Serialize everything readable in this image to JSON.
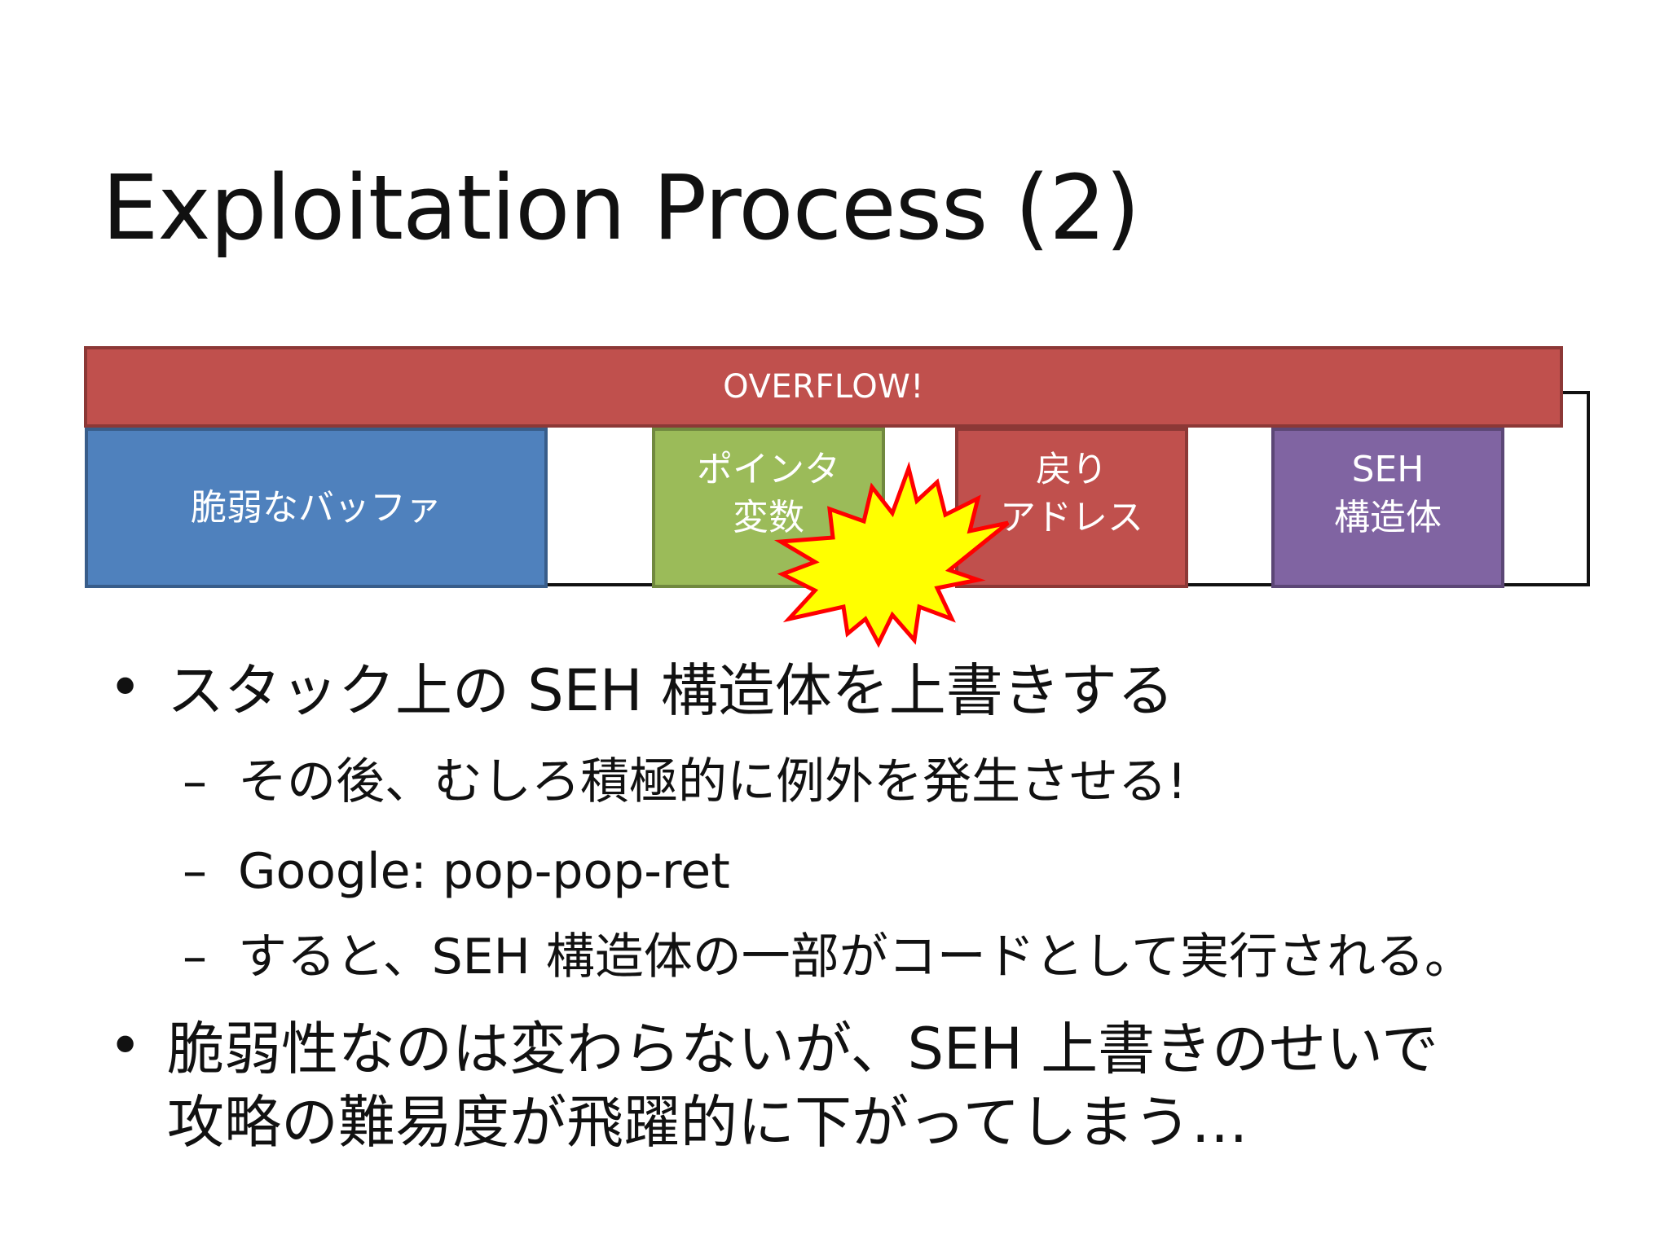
{
  "slide": {
    "title": "Exploitation Process (2)"
  },
  "diagram": {
    "overflow_label": "OVERFLOW!",
    "slots": {
      "buffer": [
        "脆弱なバッファ"
      ],
      "pointer": [
        "ポインタ",
        "変数"
      ],
      "return_address": [
        "戻り",
        "アドレス"
      ],
      "seh": [
        "SEH",
        "構造体"
      ]
    },
    "colors": {
      "overflow": "#c0504d",
      "buffer": "#4f81bd",
      "pointer": "#9bbb59",
      "return_address": "#c0504d",
      "seh": "#8064a2",
      "burst_fill": "#ffff00",
      "burst_stroke": "#ff0000"
    },
    "icons": [
      "explosion-burst-icon"
    ]
  },
  "bullets": [
    {
      "marker": "•",
      "text": "スタック上の SEH 構造体を上書きする"
    },
    {
      "marker": "–",
      "text": "その後、むしろ積極的に例外を発生させる!"
    },
    {
      "marker": "–",
      "text": "Google: pop-pop-ret"
    },
    {
      "marker": "–",
      "text": "すると、SEH 構造体の一部がコードとして実行される。"
    },
    {
      "marker": "•",
      "text": "脆弱性なのは変わらないが、SEH 上書きのせいで"
    },
    {
      "marker": "",
      "text": "攻略の難易度が飛躍的に下がってしまう…"
    }
  ]
}
